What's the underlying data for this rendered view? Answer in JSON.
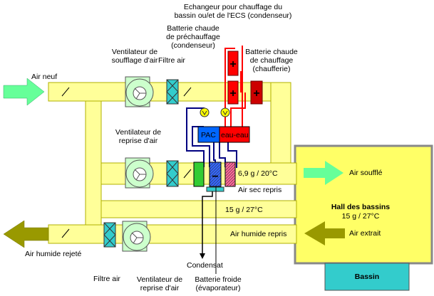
{
  "labels": {
    "air_neuf": "Air neuf",
    "air_humide_rejete": "Air humide rejeté",
    "vent_soufflage": [
      "Ventilateur de",
      "soufflage d'air"
    ],
    "filtre_air_top": "Filtre air",
    "vent_reprise_mid": [
      "Ventilateur de",
      "reprise d'air"
    ],
    "filtre_air_bottom": "Filtre air",
    "vent_reprise_bottom": [
      "Ventilateur de",
      "reprise d'air"
    ],
    "echangeur": [
      "Echangeur pour chauffage du",
      "bassin ou/et de l'ECS (condenseur)"
    ],
    "batterie_prechauffage": [
      "Batterie chaude",
      "de préchauffage",
      "(condenseur)"
    ],
    "batterie_chauffage": [
      "Batterie chaude",
      "de chauffage",
      "(chaufferie)"
    ],
    "pac": "PAC",
    "eau_eau": "eau-eau",
    "state_mid": "6,9 g / 20°C",
    "air_sec_repris": "Air sec repris",
    "state_low": "15 g / 27°C",
    "air_humide_repris": "Air humide repris",
    "condensat": "Condensat",
    "batterie_froide": [
      "Batterie froide",
      "(évaporateur)"
    ],
    "air_souffle": "Air soufflé",
    "air_extrait": "Air extrait",
    "hall_title": "Hall des bassins",
    "hall_state": "15 g / 27°C",
    "bassin": "Bassin"
  },
  "symbols": {
    "plus": "+",
    "minus": "−"
  },
  "colors": {
    "duct": "#ffff99",
    "duct_border": "#b0b000",
    "hall": "#ffff66",
    "bassin": "#33cccc",
    "fresh_arrow": "#66ff99",
    "exhaust_arrow": "#999900",
    "hot": "#ff0000",
    "cold": "#0066ff",
    "pipe_dark": "#000080"
  }
}
